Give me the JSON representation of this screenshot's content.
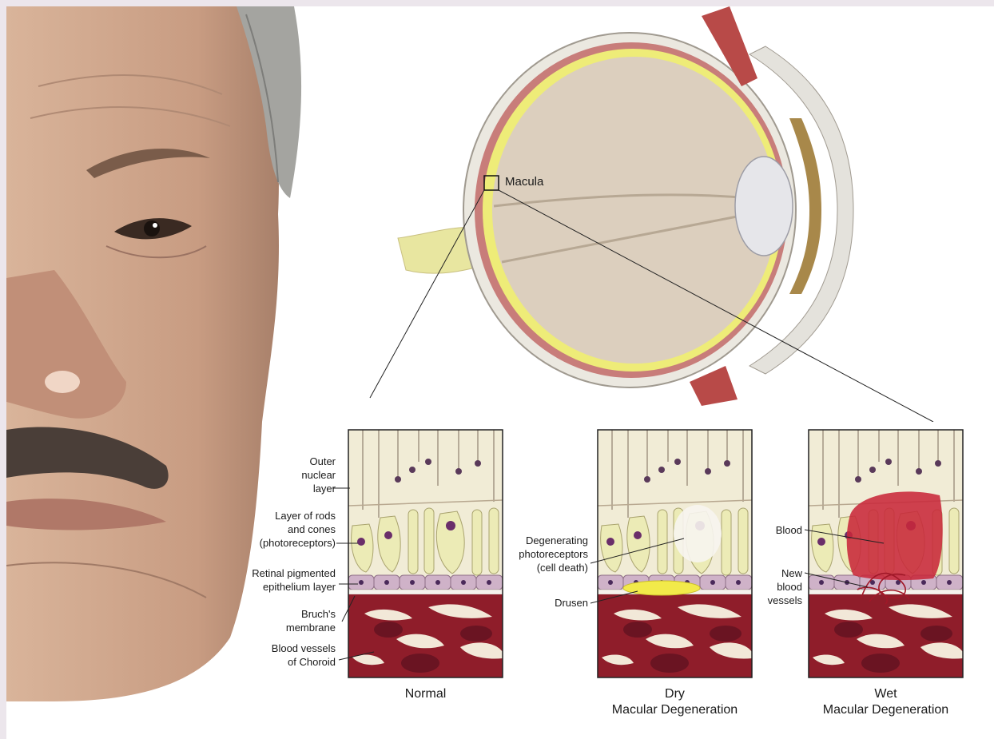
{
  "labels": {
    "macula": "Macula",
    "outer_nuclear": [
      "Outer",
      "nuclear",
      "layer"
    ],
    "rods_cones": [
      "Layer of rods",
      "and cones",
      "(photoreceptors)"
    ],
    "rpe": [
      "Retinal pigmented",
      "epithelium layer"
    ],
    "bruch": [
      "Bruch's",
      "membrane"
    ],
    "choroid": [
      "Blood vessels",
      "of Choroid"
    ],
    "degenerating": [
      "Degenerating",
      "photoreceptors",
      "(cell death)"
    ],
    "drusen": "Drusen",
    "blood": "Blood",
    "new_vessels": [
      "New",
      "blood",
      "vessels"
    ]
  },
  "captions": {
    "normal": "Normal",
    "dry": [
      "Dry",
      "Macular Degeneration"
    ],
    "wet": [
      "Wet",
      "Macular Degeneration"
    ]
  },
  "colors": {
    "skin": "#cfa88f",
    "hair": "#9a9a96",
    "sclera": "#e9e6df",
    "retina": "#f0ee7a",
    "choroid": "#c87d7a",
    "vitreous": "#d9cbb8",
    "lens": "#e6e6ea",
    "iris": "#a8884a",
    "cells": "#eceab0",
    "rpe": "#c9a6c0",
    "vessel": "#8f1d2a",
    "drusen": "#f2ea4a",
    "blood": "#c8283a"
  }
}
